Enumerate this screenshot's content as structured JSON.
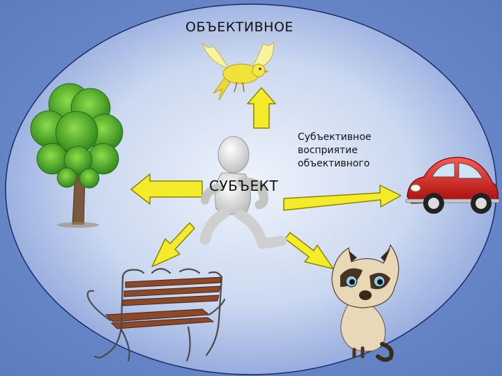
{
  "title": "ОБЪЕКТИВНОЕ",
  "subject_label": "СУБЪЕКТ",
  "caption": [
    "Субъективное",
    "восприятие",
    "объективного"
  ],
  "icons": [
    "bird-icon",
    "tree-icon",
    "car-icon",
    "bench-icon",
    "cat-icon",
    "running-figure-icon"
  ],
  "colors": {
    "background": "#6f8fc9",
    "ellipse_center": "#e4ecf8",
    "ellipse_edge": "#8fa6dc",
    "arrow_fill": "#f4ec2a",
    "arrow_stroke": "#8a8400"
  }
}
